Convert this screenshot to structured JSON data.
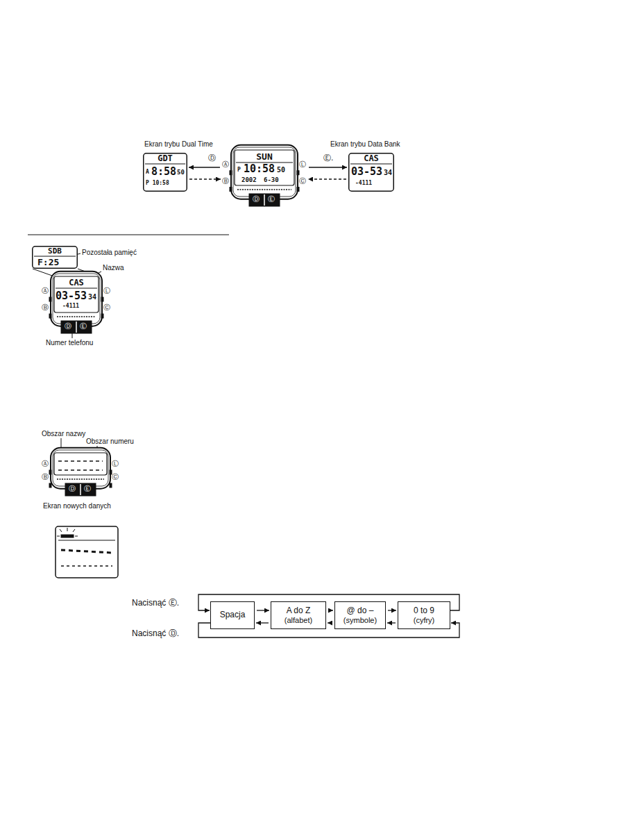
{
  "diagram": {
    "nodes": [
      {
        "text": [
          "Ekran trybu Dual Time",
          "GDT",
          "A",
          "8:58",
          "50",
          "P 10:58"
        ]
      },
      {
        "text": [
          "SUN",
          "P",
          "10:58",
          "50",
          "2002",
          "6-30",
          "Ⓐ",
          "Ⓑ",
          "Ⓛ",
          "Ⓒ",
          "Ⓓ",
          "Ⓔ"
        ]
      },
      {
        "text": [
          "Ekran trybu Data Bank",
          "CAS",
          "03-53",
          "34",
          "-4111"
        ]
      },
      {
        "text": [
          "SDB",
          "F:25"
        ]
      },
      {
        "text": [
          "CAS",
          "03-53",
          "34",
          "-4111",
          "Ⓐ",
          "Ⓑ",
          "Ⓛ",
          "Ⓒ",
          "Ⓓ",
          "Ⓔ"
        ]
      },
      {
        "text": [
          "Ⓐ",
          "Ⓑ",
          "Ⓛ",
          "Ⓒ",
          "Ⓓ",
          "Ⓔ"
        ]
      },
      {
        "text": [
          "Spacja"
        ]
      },
      {
        "text": [
          "A do Z",
          "(alfabet)"
        ]
      },
      {
        "text": [
          "@ do –",
          "(symbole)"
        ]
      },
      {
        "text": [
          "0 to 9",
          "(cyfry)"
        ]
      }
    ],
    "edges": [
      {
        "from": 1,
        "to": 0,
        "arrow": "to",
        "label": "Ⓓ"
      },
      {
        "from": 0,
        "to": 1,
        "arrow": "to"
      },
      {
        "from": 1,
        "to": 2,
        "arrow": "to",
        "label": "Ⓔ."
      },
      {
        "from": 2,
        "to": 1,
        "arrow": "to"
      },
      {
        "from": 9,
        "to": 6,
        "arrow": "to"
      },
      {
        "from": 6,
        "to": 7,
        "arrow": "to"
      },
      {
        "from": 7,
        "to": 8,
        "arrow": "to"
      },
      {
        "from": 8,
        "to": 9,
        "arrow": "to"
      },
      {
        "from": 7,
        "to": 6,
        "arrow": "to"
      },
      {
        "from": 8,
        "to": 7,
        "arrow": "to"
      },
      {
        "from": 9,
        "to": 8,
        "arrow": "to"
      },
      {
        "from": 6,
        "to": 9,
        "arrow": "to"
      }
    ],
    "labels": [
      "Pozostała pamięć",
      "Nazwa",
      "Numer telefonu",
      "Obszar nazwy",
      "Obszar numeru",
      "Ekran nowych danych",
      "Nacisnąć Ⓔ.",
      "Nacisnąć Ⓓ."
    ]
  }
}
